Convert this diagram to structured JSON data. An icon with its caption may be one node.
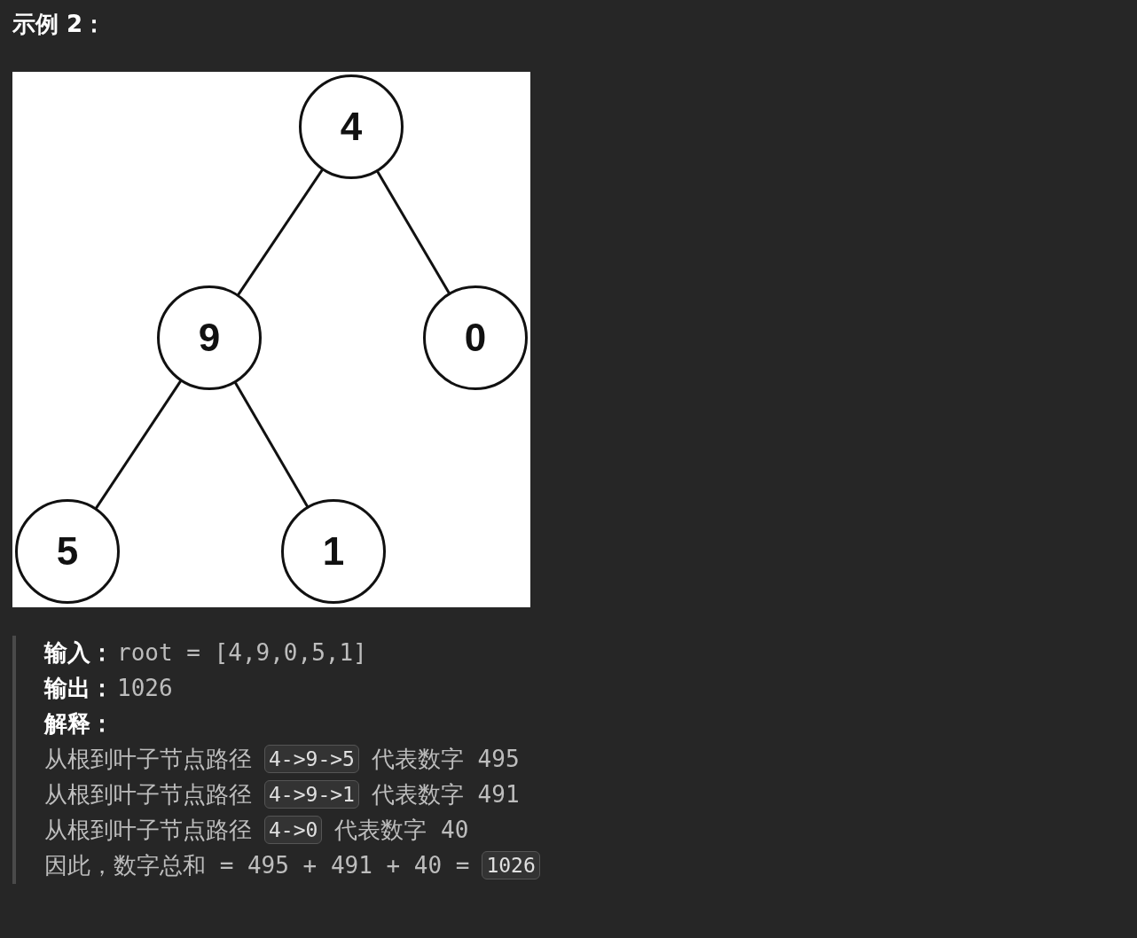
{
  "diagram": {
    "title": "示例 2：",
    "nodes": [
      {
        "text": [
          "4"
        ]
      },
      {
        "text": [
          "9"
        ]
      },
      {
        "text": [
          "0"
        ]
      },
      {
        "text": [
          "5"
        ]
      },
      {
        "text": [
          "1"
        ]
      }
    ],
    "edges": [
      {
        "from": 0,
        "to": 1,
        "arrow": "none"
      },
      {
        "from": 0,
        "to": 2,
        "arrow": "none"
      },
      {
        "from": 1,
        "to": 3,
        "arrow": "none"
      },
      {
        "from": 1,
        "to": 4,
        "arrow": "none"
      }
    ],
    "labels": [
      "输入：",
      "root = [4,9,0,5,1]",
      "输出：",
      "1026",
      "解释：",
      "从根到叶子节点路径",
      "4->9->5",
      "代表数字 495",
      "从根到叶子节点路径",
      "4->9->1",
      "代表数字 491",
      "从根到叶子节点路径",
      "4->0",
      "代表数字 40",
      "因此，数字总和 = 495 + 491 + 40 =",
      "1026"
    ]
  }
}
